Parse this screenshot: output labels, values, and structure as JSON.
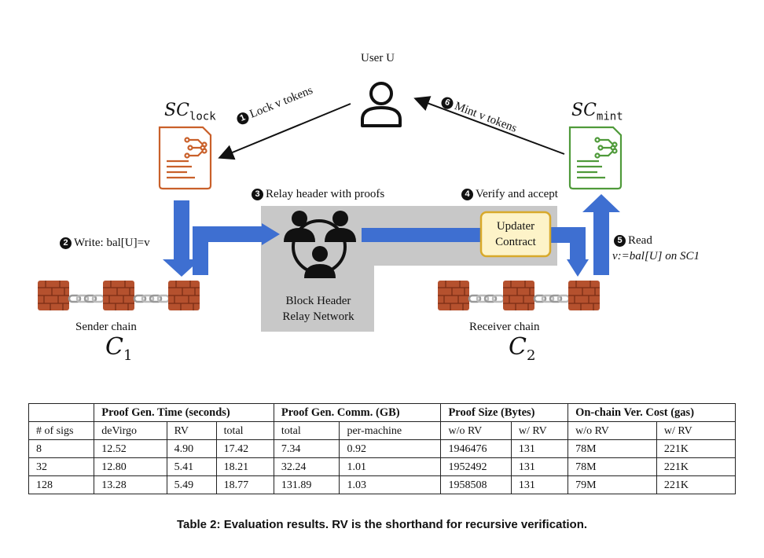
{
  "diagram": {
    "user_label": "User U",
    "sc_lock": {
      "base": "SC",
      "sub": "lock"
    },
    "sc_mint": {
      "base": "SC",
      "sub": "mint"
    },
    "step1": {
      "num": "1",
      "text": "Lock v tokens"
    },
    "step2": {
      "num": "2",
      "text": "Write: bal[U]=v"
    },
    "step3": {
      "num": "3",
      "text": "Relay header with proofs"
    },
    "step4": {
      "num": "4",
      "text": "Verify and accept"
    },
    "step5": {
      "num": "5",
      "text": "Read",
      "line2": "v:=bal[U] on SC1"
    },
    "step6": {
      "num": "6",
      "text": "Mint v tokens"
    },
    "relay_network": {
      "line1": "Block Header",
      "line2": "Relay Network"
    },
    "updater": {
      "line1": "Updater",
      "line2": "Contract"
    },
    "sender_chain": {
      "name": "Sender chain",
      "symbol": "C",
      "sub": "1"
    },
    "receiver_chain": {
      "name": "Receiver chain",
      "symbol": "C",
      "sub": "2"
    },
    "colors": {
      "lock": "#c9602a",
      "mint": "#4f9a3a",
      "arrow_blue": "#3e6fd1",
      "relay_gray": "#c8c8c8",
      "updater_fill": "#fdf3c8",
      "updater_border": "#d8a92a",
      "brick": "#b5512e"
    }
  },
  "table": {
    "groups": [
      "Proof Gen. Time (seconds)",
      "Proof Gen. Comm. (GB)",
      "Proof Size (Bytes)",
      "On-chain Ver. Cost (gas)"
    ],
    "columns": [
      "# of sigs",
      "deVirgo",
      "RV",
      "total",
      "total",
      "per-machine",
      "w/o RV",
      "w/ RV",
      "w/o RV",
      "w/ RV"
    ],
    "rows": [
      [
        "8",
        "12.52",
        "4.90",
        "17.42",
        "7.34",
        "0.92",
        "1946476",
        "131",
        "78M",
        "221K"
      ],
      [
        "32",
        "12.80",
        "5.41",
        "18.21",
        "32.24",
        "1.01",
        "1952492",
        "131",
        "78M",
        "221K"
      ],
      [
        "128",
        "13.28",
        "5.49",
        "18.77",
        "131.89",
        "1.03",
        "1958508",
        "131",
        "79M",
        "221K"
      ]
    ]
  },
  "caption": "Table 2: Evaluation results. RV is the shorthand for recursive verification."
}
